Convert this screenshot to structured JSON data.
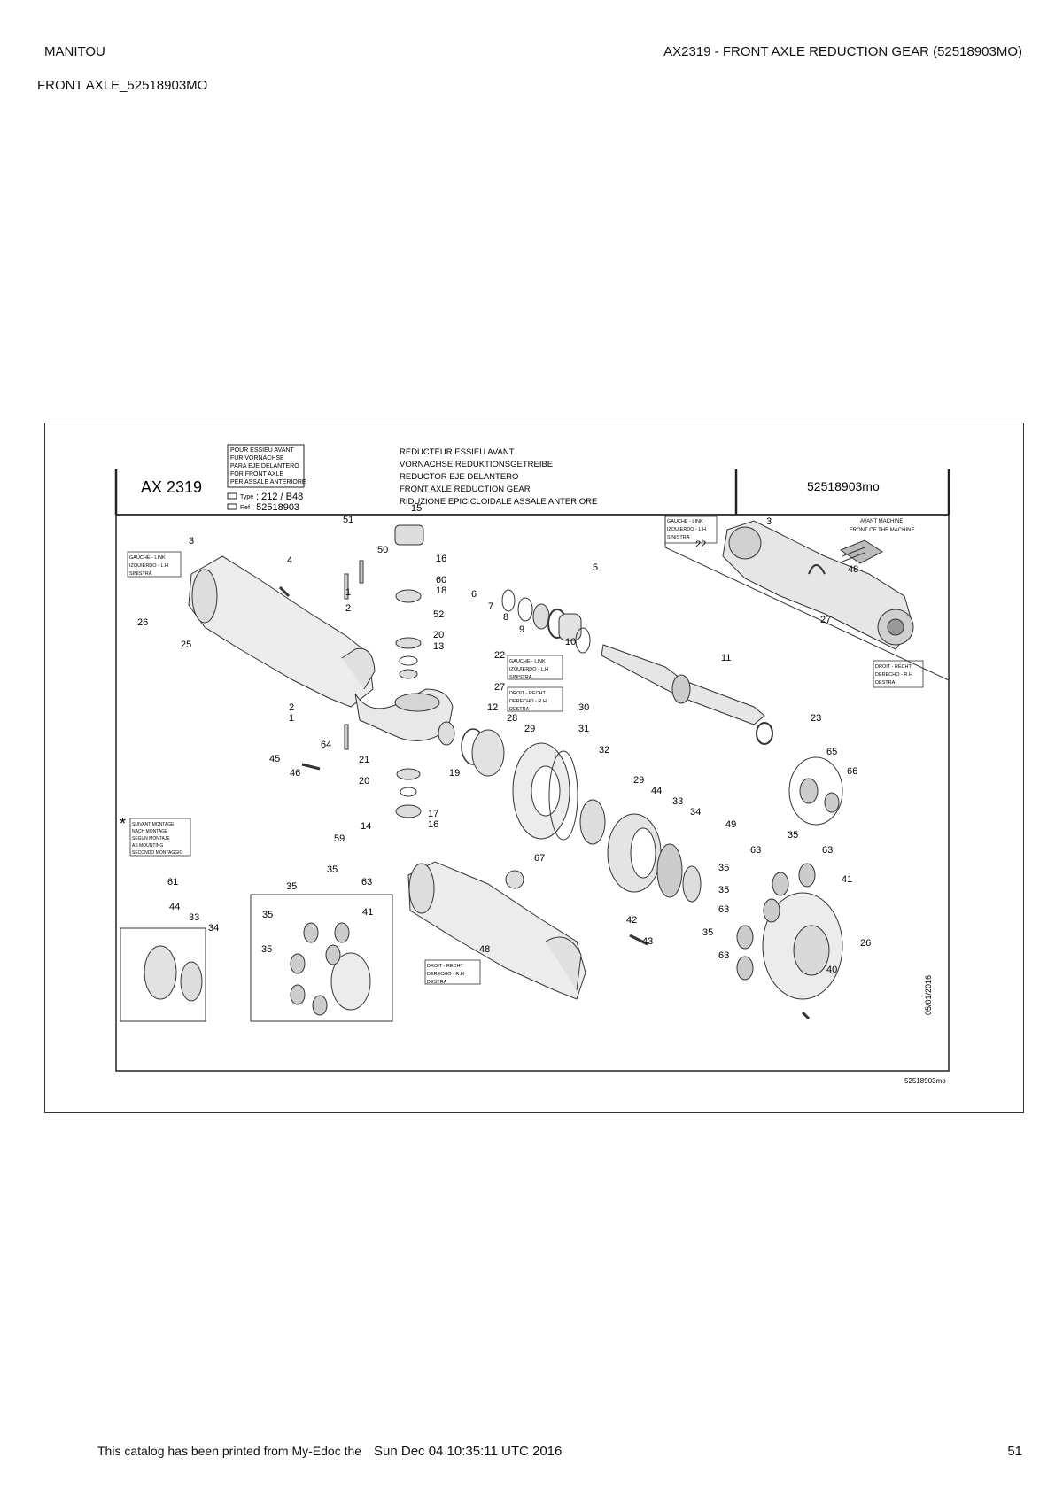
{
  "header": {
    "brand": "MANITOU",
    "title": "AX2319 - FRONT AXLE REDUCTION GEAR (52518903MO)",
    "subtitle": "FRONT AXLE_52518903MO"
  },
  "diagram": {
    "code": "AX 2319",
    "ref_number": "52518903mo",
    "applies_to": [
      "POUR ESSIEU AVANT",
      "FUR VORNACHSE",
      "PARA EJE DELANTERO",
      "FOR FRONT AXLE",
      "PER ASSALE ANTERIORE"
    ],
    "type_label": "Type",
    "type_value": ": 212 / B48",
    "ref_label": "Ref",
    "ref_value": ": 52518903",
    "titles": [
      "REDUCTEUR ESSIEU AVANT",
      "VORNACHSE REDUKTIONSGETREIBE",
      "REDUCTOR EJE DELANTERO",
      "FRONT AXLE REDUCTION GEAR",
      "RIDUZIONE EPICICLOIDALE ASSALE ANTERIORE"
    ],
    "note_left": [
      "GAUCHE - LINK",
      "IZQUIERDO - L.H",
      "SINISTRA"
    ],
    "note_right": [
      "DROIT - RECHT",
      "DERECHO - R.H",
      "DESTRA"
    ],
    "note_front": [
      "AVANT MACHINE",
      "FRONT OF THE MACHINE"
    ],
    "note_mount": [
      "SUIVANT MONTAGE",
      "NACH MONTAGE",
      "SEGUN MONTAJE",
      "AS MOUNTING",
      "SECONDO MONTAGGIO"
    ],
    "asterisk": "*",
    "date": "05/01/2016",
    "footer_ref": "52518903mo",
    "callouts": [
      {
        "n": "3"
      },
      {
        "n": "4"
      },
      {
        "n": "25"
      },
      {
        "n": "26"
      },
      {
        "n": "51"
      },
      {
        "n": "50"
      },
      {
        "n": "15"
      },
      {
        "n": "16"
      },
      {
        "n": "60"
      },
      {
        "n": "18"
      },
      {
        "n": "1"
      },
      {
        "n": "2"
      },
      {
        "n": "52"
      },
      {
        "n": "20"
      },
      {
        "n": "13"
      },
      {
        "n": "22"
      },
      {
        "n": "27"
      },
      {
        "n": "5"
      },
      {
        "n": "6"
      },
      {
        "n": "7"
      },
      {
        "n": "8"
      },
      {
        "n": "9"
      },
      {
        "n": "10"
      },
      {
        "n": "11"
      },
      {
        "n": "2"
      },
      {
        "n": "1"
      },
      {
        "n": "12"
      },
      {
        "n": "28"
      },
      {
        "n": "29"
      },
      {
        "n": "30"
      },
      {
        "n": "31"
      },
      {
        "n": "32"
      },
      {
        "n": "23"
      },
      {
        "n": "64"
      },
      {
        "n": "45"
      },
      {
        "n": "46"
      },
      {
        "n": "21"
      },
      {
        "n": "19"
      },
      {
        "n": "20"
      },
      {
        "n": "17"
      },
      {
        "n": "14"
      },
      {
        "n": "16"
      },
      {
        "n": "29"
      },
      {
        "n": "44"
      },
      {
        "n": "33"
      },
      {
        "n": "34"
      },
      {
        "n": "49"
      },
      {
        "n": "65"
      },
      {
        "n": "66"
      },
      {
        "n": "35"
      },
      {
        "n": "63"
      },
      {
        "n": "63"
      },
      {
        "n": "35"
      },
      {
        "n": "41"
      },
      {
        "n": "35"
      },
      {
        "n": "63"
      },
      {
        "n": "35"
      },
      {
        "n": "63"
      },
      {
        "n": "26"
      },
      {
        "n": "40"
      },
      {
        "n": "42"
      },
      {
        "n": "43"
      },
      {
        "n": "67"
      },
      {
        "n": "48"
      },
      {
        "n": "59"
      },
      {
        "n": "35"
      },
      {
        "n": "35"
      },
      {
        "n": "63"
      },
      {
        "n": "35"
      },
      {
        "n": "41"
      },
      {
        "n": "35"
      },
      {
        "n": "61"
      },
      {
        "n": "44"
      },
      {
        "n": "33"
      },
      {
        "n": "34"
      },
      {
        "n": "3"
      },
      {
        "n": "22"
      },
      {
        "n": "48"
      },
      {
        "n": "27"
      }
    ]
  },
  "footer": {
    "text": "This catalog has been printed from My-Edoc the",
    "date": "Sun Dec 04 10:35:11 UTC 2016",
    "page": "51"
  }
}
